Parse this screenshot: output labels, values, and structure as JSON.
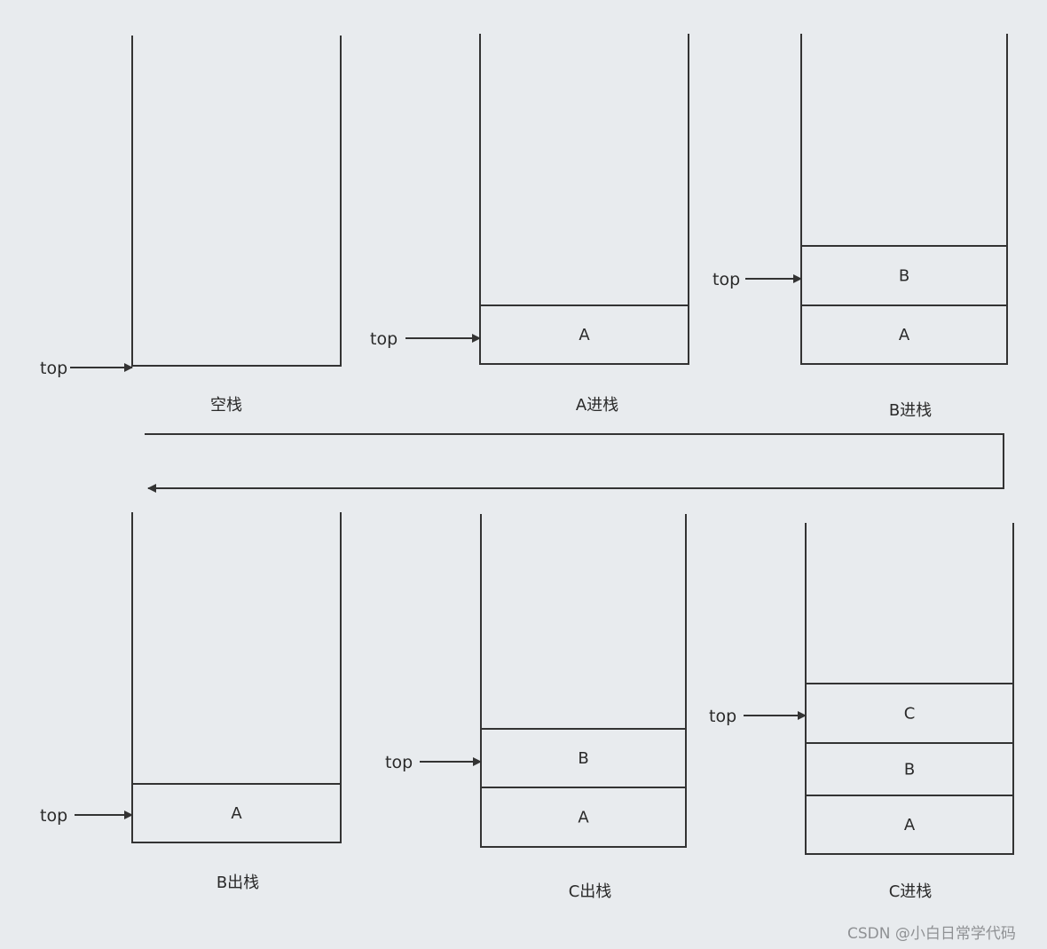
{
  "pointer_label": "top",
  "stacks": [
    {
      "caption": "空栈",
      "items": []
    },
    {
      "caption": "A进栈",
      "items": [
        "A"
      ]
    },
    {
      "caption": "B进栈",
      "items": [
        "A",
        "B"
      ]
    },
    {
      "caption": "B出栈",
      "items": [
        "A"
      ]
    },
    {
      "caption": "C出栈",
      "items": [
        "A",
        "B"
      ]
    },
    {
      "caption": "C进栈",
      "items": [
        "A",
        "B",
        "C"
      ]
    }
  ],
  "watermark": "CSDN @小白日常学代码",
  "colors": {
    "background": "#e8ebee",
    "line": "#333333",
    "text": "#2a2a2a",
    "watermark": "#8f9194"
  }
}
